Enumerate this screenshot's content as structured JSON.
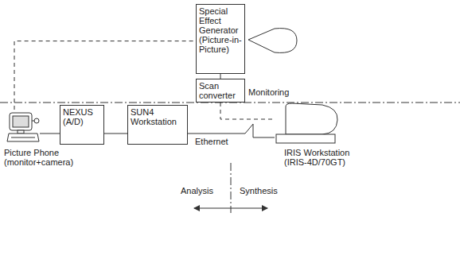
{
  "diagram": {
    "nodes": [
      {
        "text": [
          "Special Effect Generator (Picture-in-Picture)"
        ]
      },
      {
        "text": [
          "Scan converter"
        ]
      },
      {
        "text": [
          "Picture Phone (monitor+camera)"
        ]
      },
      {
        "text": [
          "NEXUS (A/D)"
        ]
      },
      {
        "text": [
          "SUN4 Workstation"
        ]
      },
      {
        "text": [
          "IRIS Workstation (IRIS-4D/70GT)"
        ]
      }
    ],
    "edges": [
      {
        "from": 2,
        "to": 0,
        "arrow": "none"
      },
      {
        "from": 0,
        "to": 1,
        "arrow": "none"
      },
      {
        "from": 1,
        "to": 5,
        "arrow": "none"
      },
      {
        "from": 2,
        "to": 3,
        "arrow": "none"
      },
      {
        "from": 3,
        "to": 4,
        "arrow": "none"
      },
      {
        "from": 4,
        "to": 5,
        "label": "Ethernet",
        "arrow": "none"
      }
    ],
    "labels": [
      "Monitoring",
      "Analysis",
      "Synthesis"
    ]
  }
}
